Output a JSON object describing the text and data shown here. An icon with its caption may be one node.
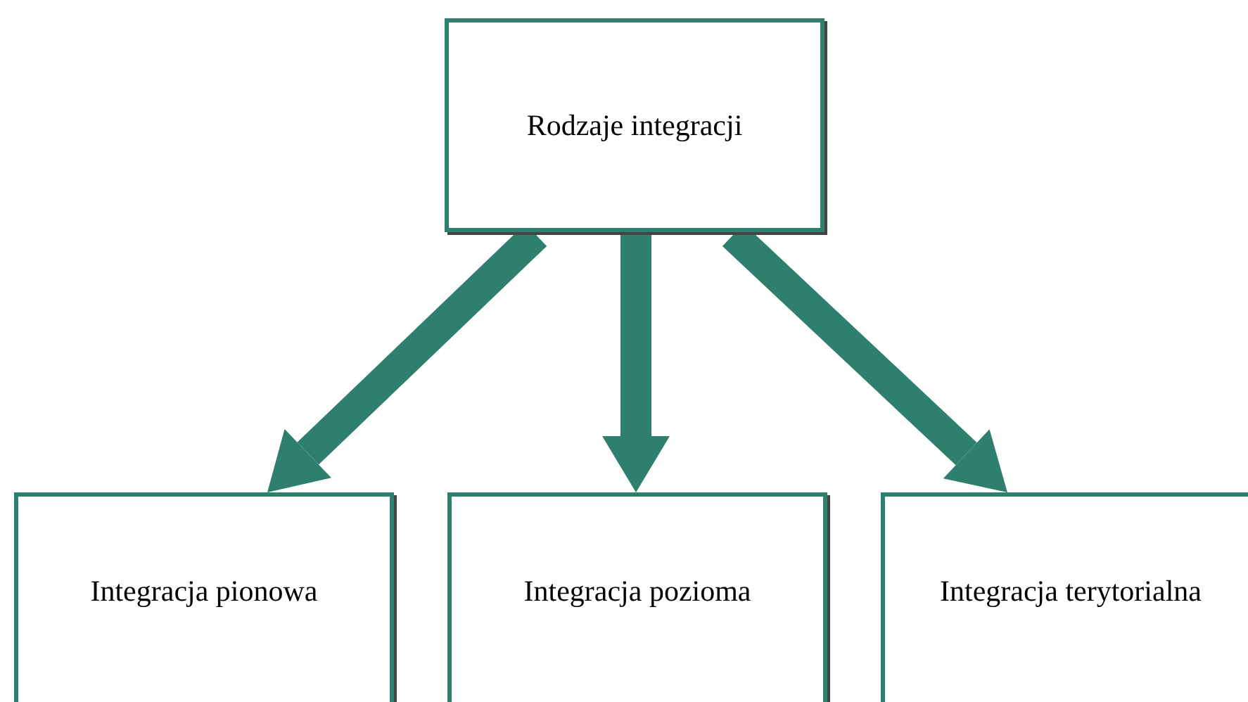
{
  "diagram": {
    "nodes": [
      {
        "text": [
          "Rodzaje integracji"
        ]
      },
      {
        "text": [
          "Integracja pionowa"
        ]
      },
      {
        "text": [
          "Integracja pozioma"
        ]
      },
      {
        "text": [
          "Integracja terytorialna"
        ]
      }
    ],
    "edges": [
      {
        "from": 0,
        "to": 1,
        "arrow": "to"
      },
      {
        "from": 0,
        "to": 2,
        "arrow": "to"
      },
      {
        "from": 0,
        "to": 3,
        "arrow": "to"
      }
    ]
  }
}
